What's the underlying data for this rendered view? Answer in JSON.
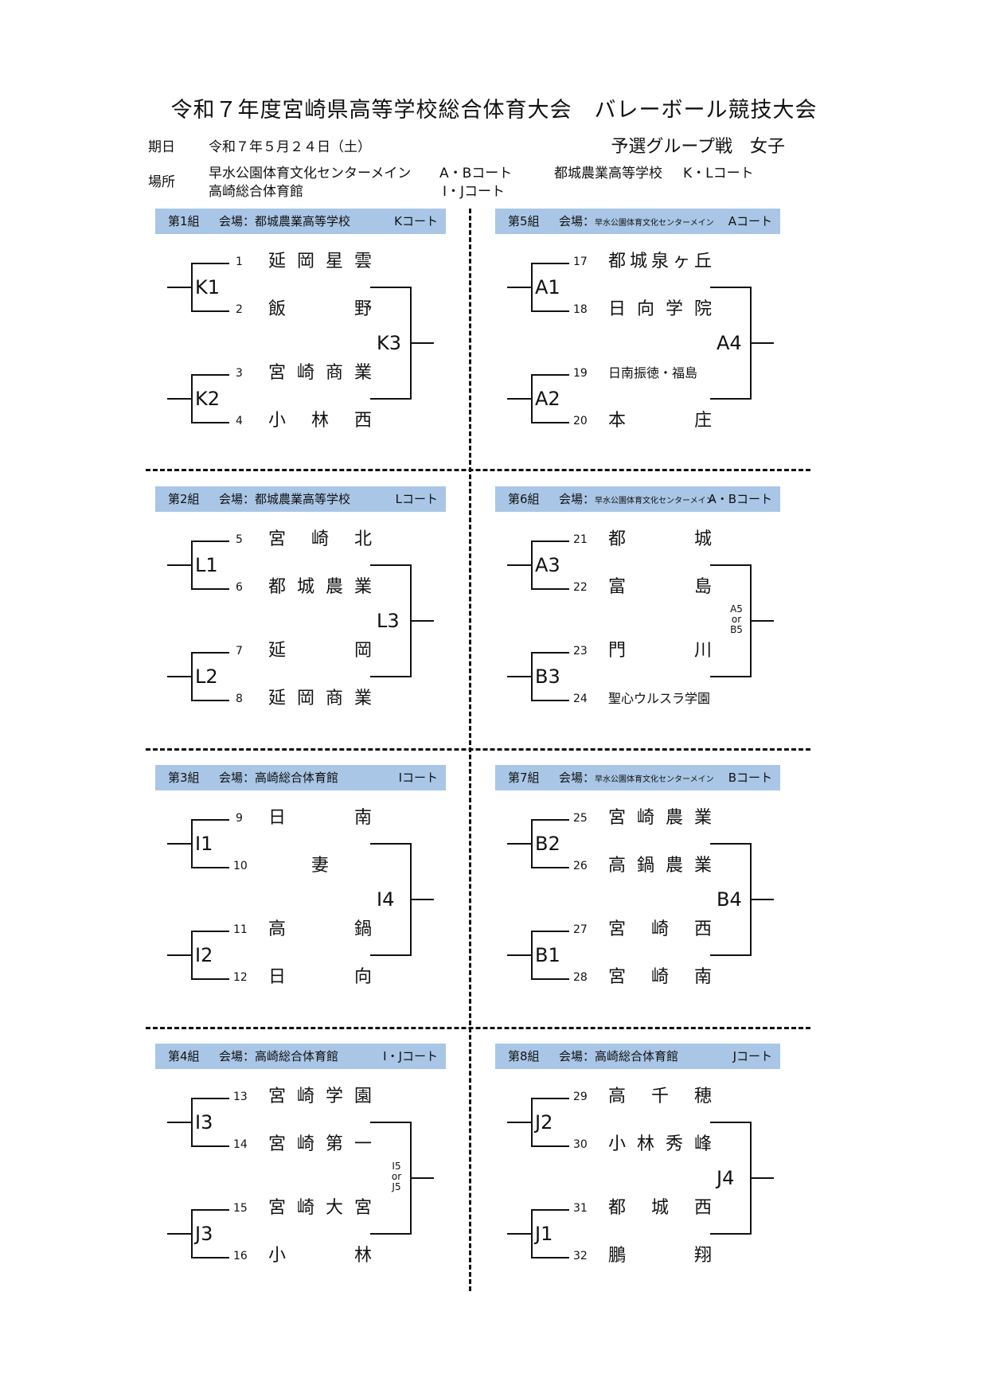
{
  "title": "令和７年度宮崎県高等学校総合体育大会　バレーボール競技大会",
  "subtitle": "予選グループ戦　女子",
  "date_label": "期日",
  "date_value": "令和７年５月２４日（土）",
  "place_label": "場所",
  "places": [
    {
      "venue": "早水公園体育文化センターメイン",
      "courts": "A・Bコート"
    },
    {
      "venue": "都城農業高等学校",
      "courts": "K・Lコート"
    },
    {
      "venue": "高崎総合体育館",
      "courts": "I・Jコート"
    }
  ],
  "groups": [
    {
      "no": "第1組",
      "venue": "会場：都城農業高等学校",
      "court": "Kコート",
      "small_venue": false,
      "m1": "K1",
      "m2": "K2",
      "final": "K3",
      "final_small": false,
      "teams": [
        {
          "n": "1",
          "name": "延岡星雲"
        },
        {
          "n": "2",
          "name": "飯野"
        },
        {
          "n": "3",
          "name": "宮崎商業"
        },
        {
          "n": "4",
          "name": "小林西"
        }
      ]
    },
    {
      "no": "第5組",
      "venue": "会場：早水公園体育文化センターメイン",
      "court": "Aコート",
      "small_venue": true,
      "m1": "A1",
      "m2": "A2",
      "final": "A4",
      "final_small": false,
      "teams": [
        {
          "n": "17",
          "name": "都城泉ヶ丘"
        },
        {
          "n": "18",
          "name": "日向学院"
        },
        {
          "n": "19",
          "name": "日南振徳・福島",
          "small": true
        },
        {
          "n": "20",
          "name": "本庄"
        }
      ]
    },
    {
      "no": "第2組",
      "venue": "会場：都城農業高等学校",
      "court": "Lコート",
      "small_venue": false,
      "m1": "L1",
      "m2": "L2",
      "final": "L3",
      "final_small": false,
      "teams": [
        {
          "n": "5",
          "name": "宮崎北"
        },
        {
          "n": "6",
          "name": "都城農業"
        },
        {
          "n": "7",
          "name": "延岡"
        },
        {
          "n": "8",
          "name": "延岡商業"
        }
      ]
    },
    {
      "no": "第6組",
      "venue": "会場：早水公園体育文化センターメイン",
      "court": "A・Bコート",
      "small_venue": true,
      "m1": "A3",
      "m2": "B3",
      "final": "A5 or B5",
      "final_small": true,
      "final_parts": [
        "A5",
        "or",
        "B5"
      ],
      "teams": [
        {
          "n": "21",
          "name": "都城"
        },
        {
          "n": "22",
          "name": "富島"
        },
        {
          "n": "23",
          "name": "門川"
        },
        {
          "n": "24",
          "name": "聖心ウルスラ学園",
          "small": true
        }
      ]
    },
    {
      "no": "第3組",
      "venue": "会場：高崎総合体育館",
      "court": "Iコート",
      "small_venue": false,
      "m1": "I1",
      "m2": "I2",
      "final": "I4",
      "final_small": false,
      "teams": [
        {
          "n": "9",
          "name": "日南"
        },
        {
          "n": "10",
          "name": "妻",
          "center": true
        },
        {
          "n": "11",
          "name": "高鍋"
        },
        {
          "n": "12",
          "name": "日向"
        }
      ]
    },
    {
      "no": "第7組",
      "venue": "会場：早水公園体育文化センターメイン",
      "court": "Bコート",
      "small_venue": true,
      "m1": "B2",
      "m2": "B1",
      "final": "B4",
      "final_small": false,
      "teams": [
        {
          "n": "25",
          "name": "宮崎農業"
        },
        {
          "n": "26",
          "name": "高鍋農業"
        },
        {
          "n": "27",
          "name": "宮崎西"
        },
        {
          "n": "28",
          "name": "宮崎南"
        }
      ]
    },
    {
      "no": "第4組",
      "venue": "会場：高崎総合体育館",
      "court": "I・Jコート",
      "small_venue": false,
      "m1": "I3",
      "m2": "J3",
      "final": "I5 or J5",
      "final_small": true,
      "final_parts": [
        "I5",
        "or",
        "J5"
      ],
      "teams": [
        {
          "n": "13",
          "name": "宮崎学園"
        },
        {
          "n": "14",
          "name": "宮崎第一"
        },
        {
          "n": "15",
          "name": "宮崎大宮"
        },
        {
          "n": "16",
          "name": "小林"
        }
      ]
    },
    {
      "no": "第8組",
      "venue": "会場：高崎総合体育館",
      "court": "Jコート",
      "small_venue": false,
      "m1": "J2",
      "m2": "J1",
      "final": "J4",
      "final_small": false,
      "teams": [
        {
          "n": "29",
          "name": "高千穂"
        },
        {
          "n": "30",
          "name": "小林秀峰"
        },
        {
          "n": "31",
          "name": "都城西"
        },
        {
          "n": "32",
          "name": "鵬翔"
        }
      ]
    }
  ]
}
